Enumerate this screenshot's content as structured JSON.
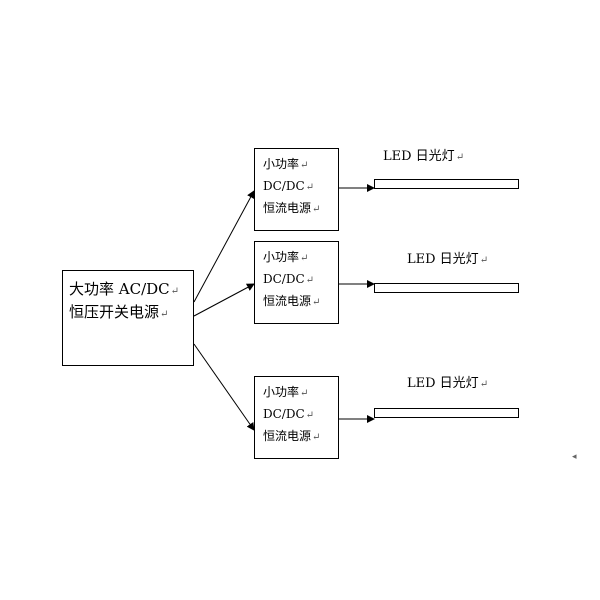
{
  "main_supply": {
    "line1": "大功率 AC/DC",
    "line2": "恒压开关电源"
  },
  "converters": [
    {
      "line1": "小功率",
      "line2": "DC/DC",
      "line3": "恒流电源"
    },
    {
      "line1": "小功率",
      "line2": "DC/DC",
      "line3": "恒流电源"
    },
    {
      "line1": "小功率",
      "line2": "DC/DC",
      "line3": "恒流电源"
    }
  ],
  "lamps": [
    {
      "label": "LED 日光灯"
    },
    {
      "label": "LED 日光灯"
    },
    {
      "label": "LED 日光灯"
    }
  ],
  "paragraph_mark": "↵",
  "stray_mark": "◂"
}
